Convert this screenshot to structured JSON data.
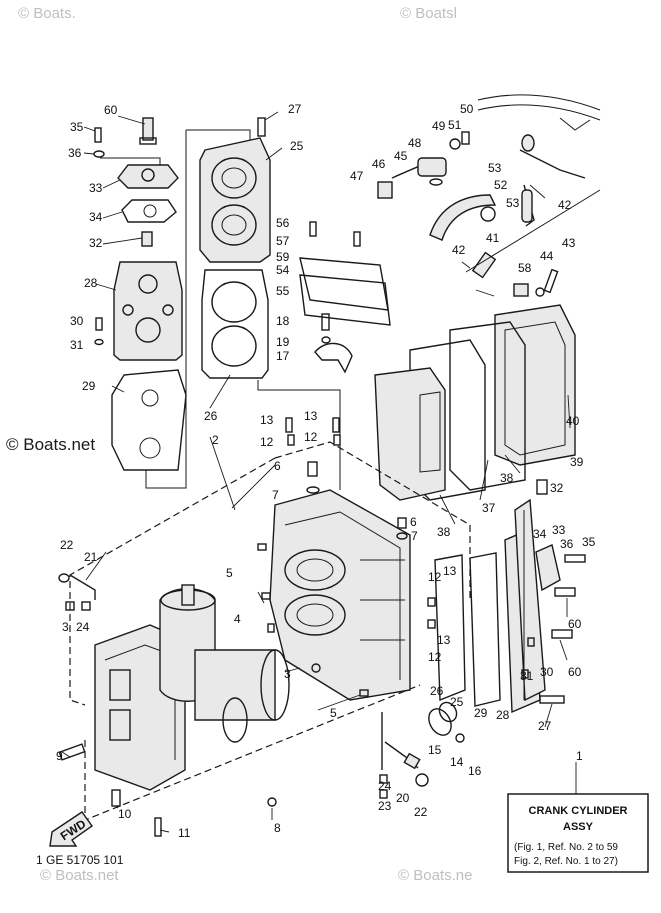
{
  "watermarks": {
    "top_left": "© Boats.",
    "top_right": "© Boatsl",
    "middle": "© Boats.net",
    "bottom_left": "© Boats.net",
    "bottom_right": "© Boats.ne"
  },
  "legend_box": {
    "title": "CRANK CYLINDER",
    "subtitle": "ASSY",
    "line1": "(Fig. 1, Ref. No. 2 to 59",
    "line2": "Fig. 2, Ref. No. 1 to 27)"
  },
  "fwd_label": "FWD",
  "doc_code": "1 GE 51705 101",
  "callouts": [
    "60",
    "35",
    "36",
    "33",
    "34",
    "32",
    "28",
    "30",
    "31",
    "29",
    "27",
    "25",
    "26",
    "56",
    "57",
    "59",
    "54",
    "55",
    "18",
    "19",
    "17",
    "50",
    "51",
    "49",
    "48",
    "46",
    "45",
    "47",
    "53",
    "52",
    "53",
    "42",
    "41",
    "42",
    "58",
    "44",
    "43",
    "40",
    "39",
    "37",
    "38",
    "38",
    "13",
    "12",
    "13",
    "12",
    "6",
    "7",
    "2",
    "22",
    "21",
    "3",
    "24",
    "5",
    "4",
    "3",
    "6",
    "7",
    "32",
    "34",
    "33",
    "36",
    "35",
    "60",
    "60",
    "30",
    "31",
    "12",
    "13",
    "12",
    "13",
    "26",
    "25",
    "29",
    "28",
    "27",
    "5",
    "9",
    "10",
    "11",
    "8",
    "15",
    "14",
    "16",
    "24",
    "23",
    "20",
    "22",
    "1"
  ]
}
